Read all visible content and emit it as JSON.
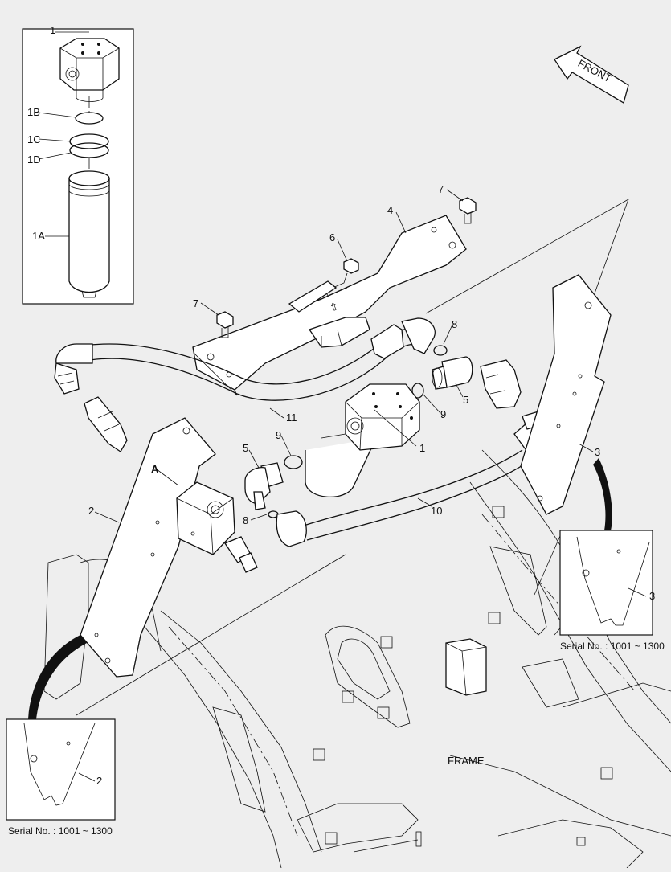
{
  "callouts": {
    "c1_top": "1",
    "c1B": "1B",
    "c1C": "1C",
    "c1D": "1D",
    "c1A": "1A",
    "c7_upper": "7",
    "c4": "4",
    "c6": "6",
    "c7_left": "7",
    "c8_upper": "8",
    "c5_right": "5",
    "c9_right": "9",
    "c11": "11",
    "c1_filter": "1",
    "c9_left": "9",
    "c5_left": "5",
    "c8_lower": "8",
    "c10": "10",
    "c2": "2",
    "c3": "3",
    "cA": "A"
  },
  "front_arrow": {
    "label": "FRONT"
  },
  "frame_label": "FRAME",
  "inset_right": {
    "serial": "Serial No. : 1001 ~ 1300",
    "callout": "3"
  },
  "inset_left": {
    "serial": "Serial No. : 1001 ~ 1300",
    "callout": "2"
  }
}
